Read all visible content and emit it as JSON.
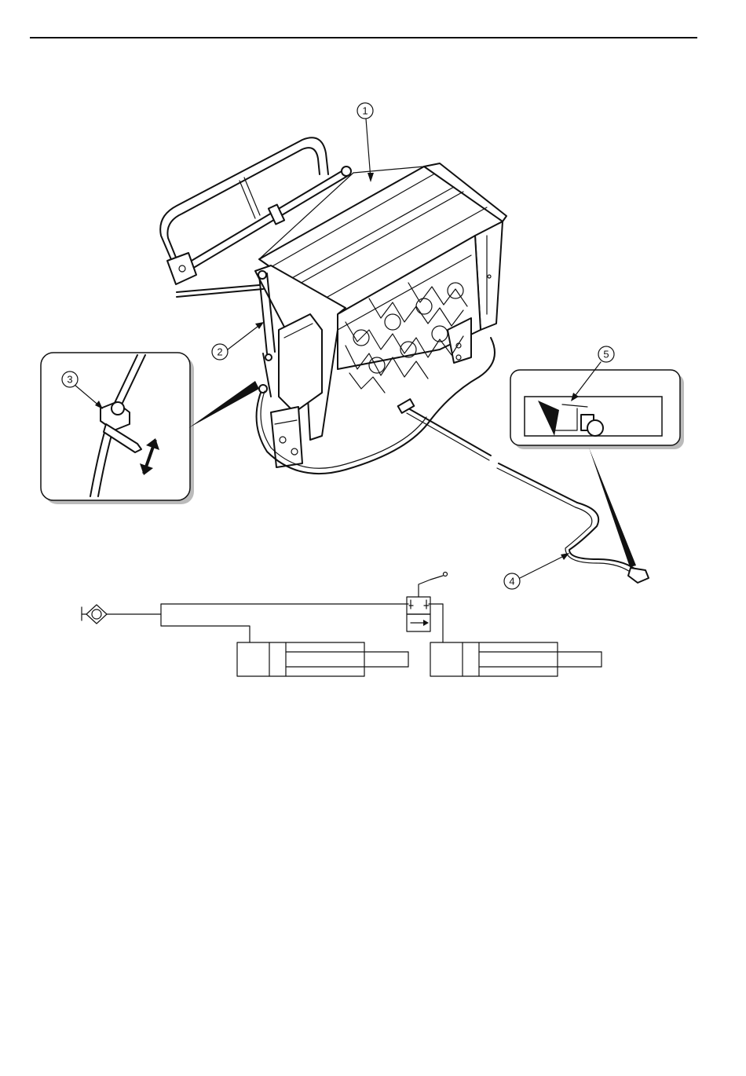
{
  "callouts": [
    {
      "id": "1",
      "label": "1"
    },
    {
      "id": "2",
      "label": "2"
    },
    {
      "id": "3",
      "label": "3"
    },
    {
      "id": "4",
      "label": "4"
    },
    {
      "id": "5",
      "label": "5"
    }
  ],
  "colors": {
    "ink": "#111111",
    "paper": "#ffffff",
    "shadow": "#bbbbbb"
  }
}
